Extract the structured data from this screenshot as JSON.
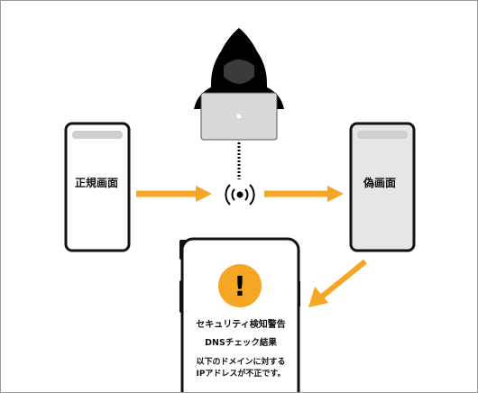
{
  "legit_phone": {
    "label": "正規画面"
  },
  "fake_phone": {
    "label": "偽画面"
  },
  "warning_phone": {
    "icon_symbol": "!",
    "title": "セキュリティ検知警告",
    "subtitle": "DNSチェック結果",
    "body_line1": "以下のドメインに対する",
    "body_line2": "IPアドレスが不正です。"
  },
  "icons": {
    "attacker": "hooded-hacker-icon",
    "laptop": "laptop-icon",
    "wireless": "wireless-signal-icon",
    "warning": "exclamation-warning-icon"
  },
  "colors": {
    "arrow": "#f5a623",
    "warning_circle": "#f5a623",
    "legit_screen": "#ffffff",
    "fake_screen": "#e6e6e6",
    "phone_outline": "#111111",
    "speaker_bar": "#cfcfcf"
  }
}
